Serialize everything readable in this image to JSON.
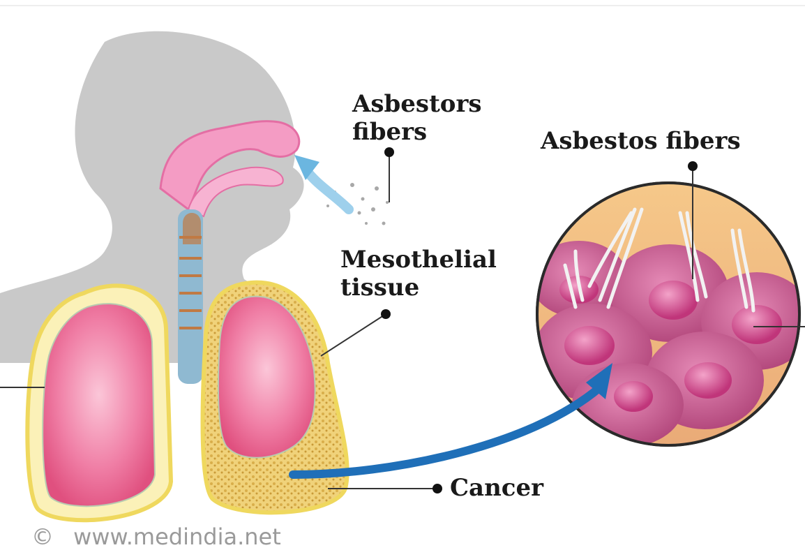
{
  "labels": {
    "asbestors_fibers_line1": "Asbestors",
    "asbestors_fibers_line2": "fibers",
    "asbestos_fibers": "Asbestos fibers",
    "mesothelial_line1": "Mesothelial",
    "mesothelial_line2": "tissue",
    "cancer": "Cancer"
  },
  "credit": {
    "symbol": "©",
    "text": "www.medindia.net"
  },
  "colors": {
    "head_silhouette": "#c9c9c9",
    "airway_pink": "#f08ab8",
    "trachea_blue": "#8fb9d1",
    "lung_pink": "#e85f8f",
    "lung_border_yellow": "#f3e27a",
    "cancer_yellow": "#e8c55a",
    "cell_magenta": "#c8508c",
    "arrow_blue": "#1f6fb8"
  }
}
